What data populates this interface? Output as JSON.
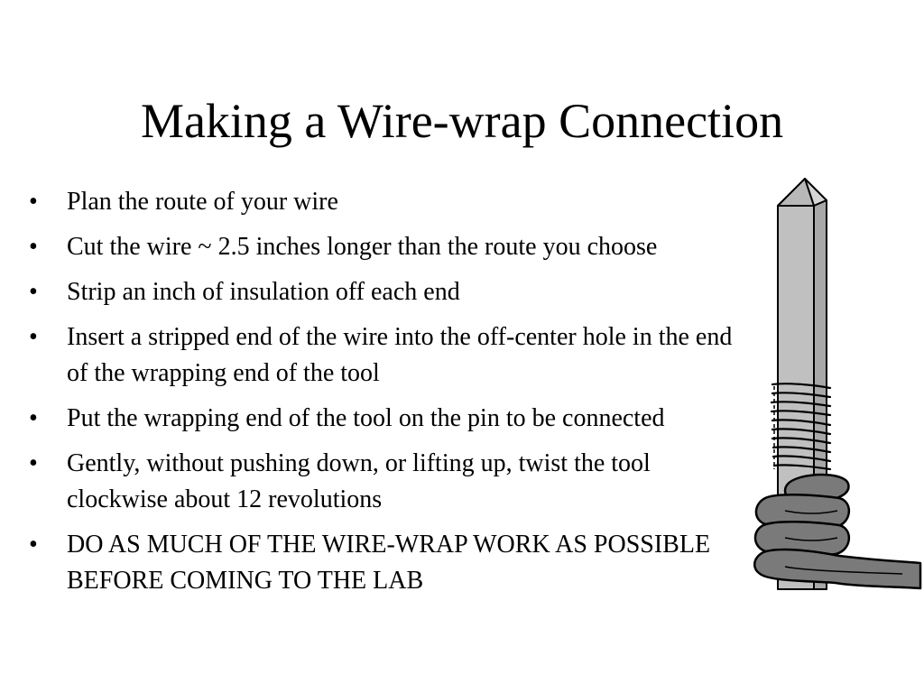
{
  "slide": {
    "title": "Making a Wire-wrap Connection",
    "bullet_symbol": "•",
    "bullets": [
      "Plan the route of your wire",
      "Cut the wire ~ 2.5 inches longer than the route you choose",
      "Strip an inch of insulation off each end",
      "Insert a stripped end of the wire into the off-center hole in the end of the wrapping end of the tool",
      "Put the wrapping end of the tool on the pin to be connected",
      "Gently, without pushing down, or lifting up, twist the tool clockwise about 12 revolutions",
      "DO AS MUCH OF THE WIRE-WRAP WORK AS POSSIBLE BEFORE COMING TO THE LAB"
    ],
    "colors": {
      "pin_fill": "#c0c0c0",
      "wire_fill": "#7a7a7a",
      "outline": "#000000"
    }
  }
}
